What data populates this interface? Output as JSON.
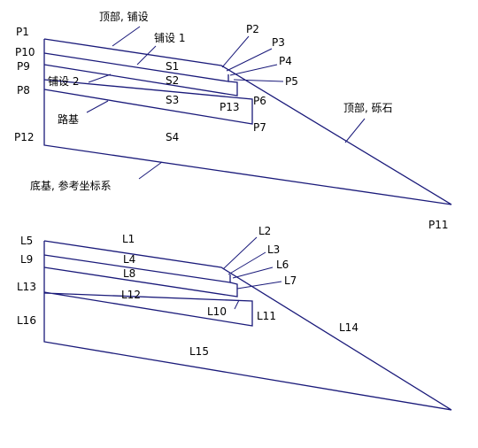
{
  "colors": {
    "line": "#1a1a7a",
    "text": "#000000",
    "background": "#ffffff"
  },
  "top_diagram": {
    "points": [
      "P1",
      "P2",
      "P3",
      "P4",
      "P5",
      "P6",
      "P7",
      "P8",
      "P9",
      "P10",
      "P11",
      "P12",
      "P13"
    ],
    "surfaces": [
      "S1",
      "S2",
      "S3",
      "S4"
    ],
    "annotations": {
      "top_paving": "顶部, 铺设",
      "paving_1": "铺设 1",
      "paving_2": "铺设 2",
      "subgrade": "路基",
      "top_gravel": "顶部, 砾石",
      "base": "底基, 参考坐标系"
    }
  },
  "bottom_diagram": {
    "lines": [
      "L1",
      "L2",
      "L3",
      "L4",
      "L5",
      "L6",
      "L7",
      "L8",
      "L9",
      "L10",
      "L11",
      "L12",
      "L13",
      "L14",
      "L15",
      "L16"
    ]
  }
}
